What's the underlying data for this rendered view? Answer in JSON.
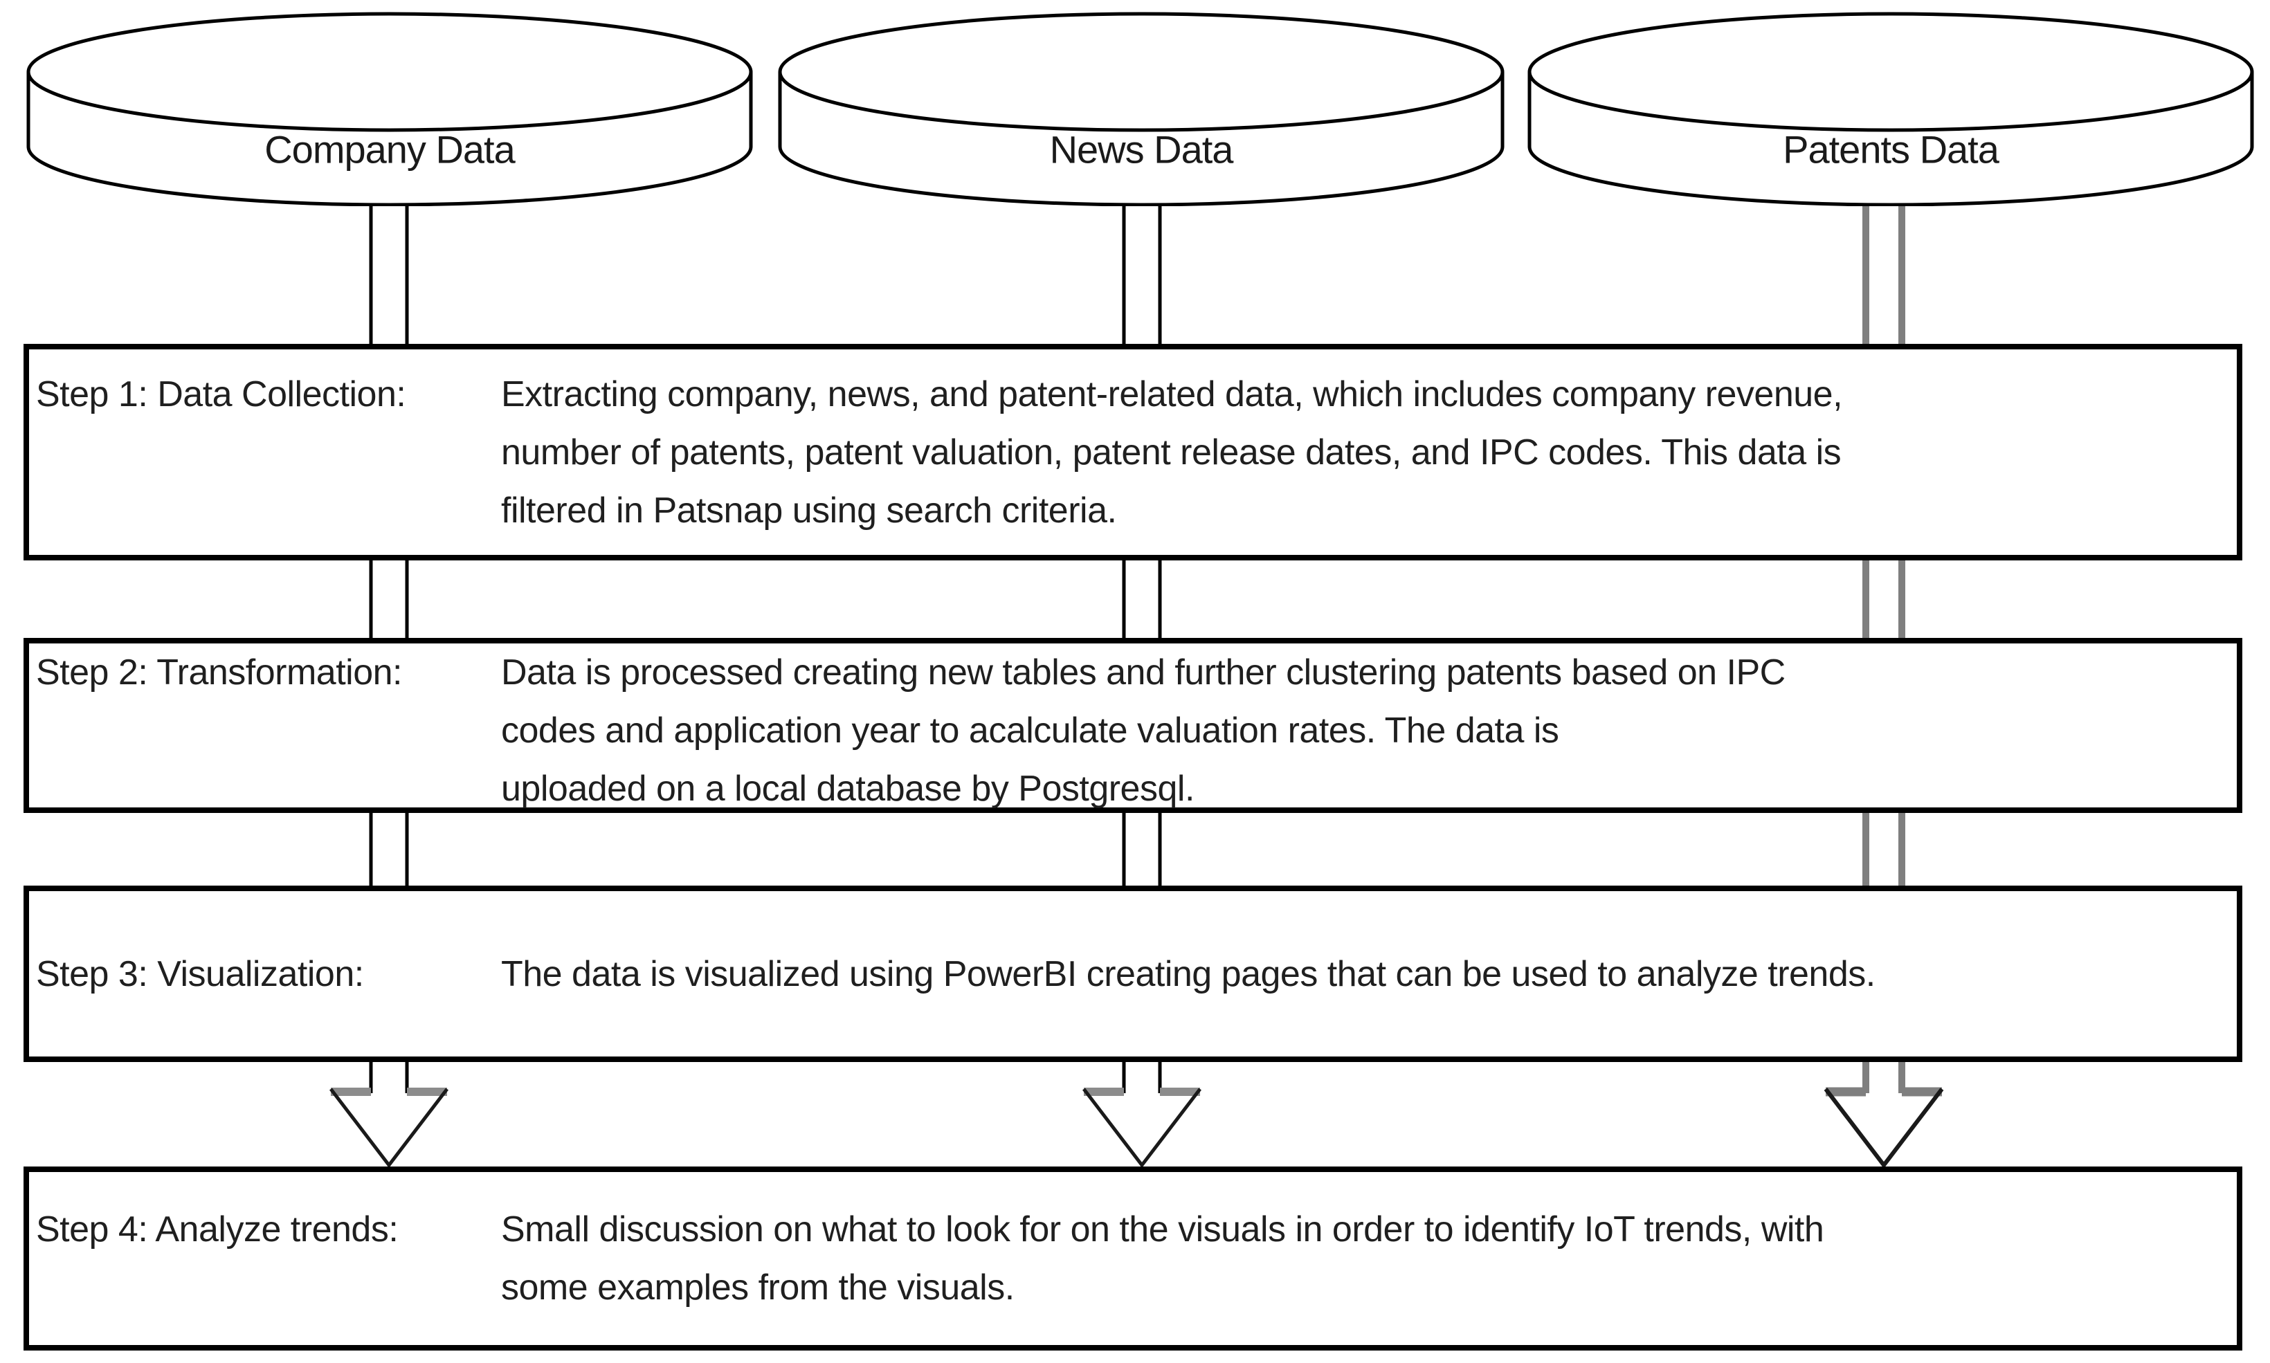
{
  "data_sources": [
    {
      "label": "Company Data"
    },
    {
      "label": "News Data"
    },
    {
      "label": "Patents Data"
    }
  ],
  "steps": [
    {
      "label": "Step 1: Data Collection:",
      "description": "Extracting company, news, and patent-related data, which includes company revenue,\nnumber of patents, patent valuation, patent release dates, and IPC codes. This data is\nfiltered in Patsnap using search criteria."
    },
    {
      "label": "Step 2: Transformation:",
      "description": "Data is processed creating new tables and further clustering patents based on IPC\ncodes and application year to acalculate valuation rates. The data is\nuploaded on a local database by Postgresql."
    },
    {
      "label": "Step 3: Visualization:",
      "description": "The data is visualized using PowerBI creating pages that can be used to analyze trends."
    },
    {
      "label": "Step 4: Analyze trends:",
      "description": "Small discussion on what to look for on the visuals in order to identify IoT trends, with\nsome examples from the visuals."
    }
  ],
  "colors": {
    "background": "#ffffff",
    "box_border": "#000000",
    "text": "#1f1f1f",
    "connector_black": "#000000",
    "connector_gray": "#7f7f7f",
    "arrow_wing_gray": "#8c8c8c"
  }
}
